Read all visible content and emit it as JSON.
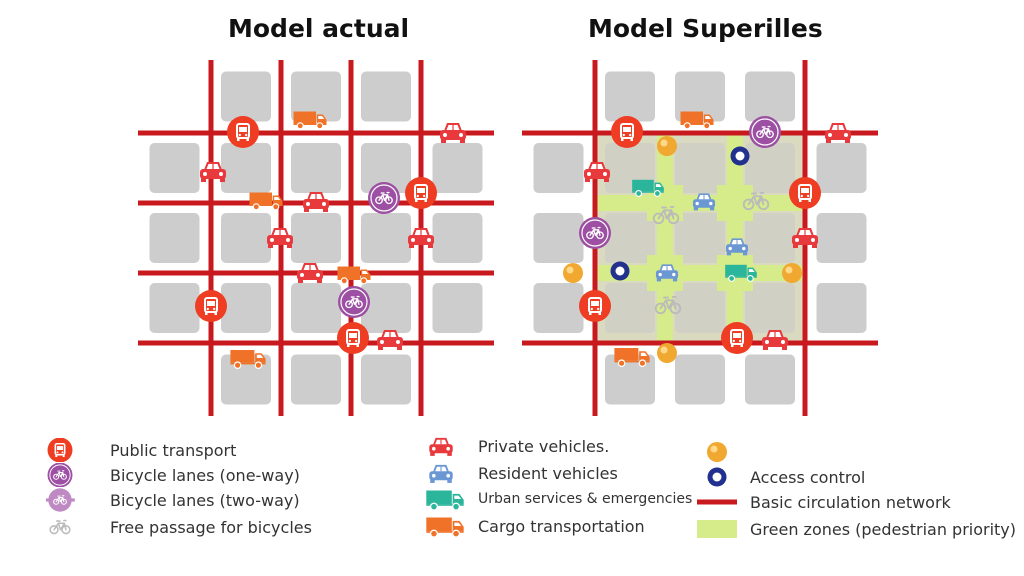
{
  "titles": {
    "left": "Model actual",
    "right": "Model Superilles"
  },
  "colors": {
    "road": "#c8191e",
    "block": "#cdcdcd",
    "green_zone": "#d6ec8a",
    "superblock_overlay": "#d4d4b6",
    "public_transport": "#ee3d23",
    "private_vehicle": "#e8393c",
    "resident_vehicle": "#6b97d3",
    "urban_services": "#2bb59b",
    "cargo": "#f07228",
    "bicycle_lane": "#9c4fa3",
    "free_passage": "#bbbbbb",
    "access_control": "#21318d",
    "orange_dot": "#f0a830"
  },
  "legend": {
    "public_transport": {
      "icon": "bus-icon",
      "label": "Public transport"
    },
    "bicycle_one_way": {
      "icon": "bicycle-circle-icon",
      "label": "Bicycle lanes (one-way)"
    },
    "bicycle_two_way": {
      "icon": "bicycle-line-icon",
      "label": "Bicycle lanes (two-way)"
    },
    "free_passage": {
      "icon": "bicycle-outline-icon",
      "label": "Free passage for bicycles"
    },
    "private_vehicles": {
      "icon": "car-icon",
      "label": "Private vehicles."
    },
    "resident_vehicles": {
      "icon": "car-icon",
      "label": "Resident vehicles"
    },
    "urban_services": {
      "icon": "truck-icon",
      "label": "Urban services & emergencies"
    },
    "cargo": {
      "icon": "truck-icon",
      "label": "Cargo transportation"
    },
    "orange_dot": {
      "icon": "orange-dot-icon",
      "label": ""
    },
    "access_control": {
      "icon": "ring-icon",
      "label": "Access control"
    },
    "basic_network": {
      "icon": "red-line-icon",
      "label": "Basic circulation network"
    },
    "green_zones": {
      "icon": "green-rect-icon",
      "label": "Green zones (pedestrian priority)"
    }
  }
}
